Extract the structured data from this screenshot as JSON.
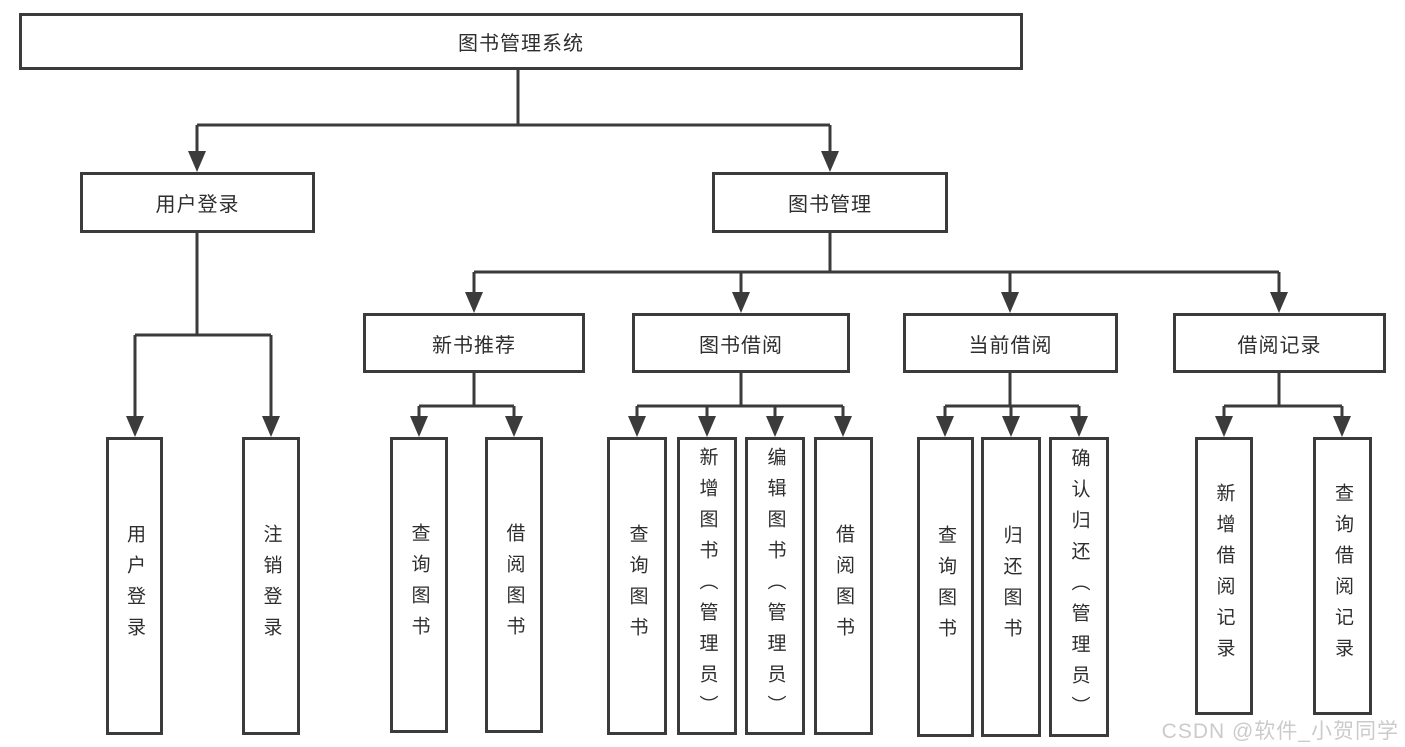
{
  "diagram": {
    "root": "图书管理系统",
    "level2": [
      {
        "label": "用户登录",
        "children": [
          "用户登录",
          "注销登录"
        ]
      },
      {
        "label": "图书管理",
        "children": [
          {
            "label": "新书推荐",
            "children": [
              "查询图书",
              "借阅图书"
            ]
          },
          {
            "label": "图书借阅",
            "children": [
              "查询图书",
              "新增图书（管理员）",
              "编辑图书（管理员）",
              "借阅图书"
            ]
          },
          {
            "label": "当前借阅",
            "children": [
              "查询图书",
              "归还图书",
              "确认归还（管理员）"
            ]
          },
          {
            "label": "借阅记录",
            "children": [
              "新增借阅记录",
              "查询借阅记录"
            ]
          }
        ]
      }
    ]
  },
  "watermark": "CSDN @软件_小贺同学",
  "colors": {
    "line": "#3b3b3b",
    "text": "#2e2e2e",
    "watermark": "#cbcbcb",
    "node_bg": "#ffffff",
    "background": "#ffffff"
  }
}
